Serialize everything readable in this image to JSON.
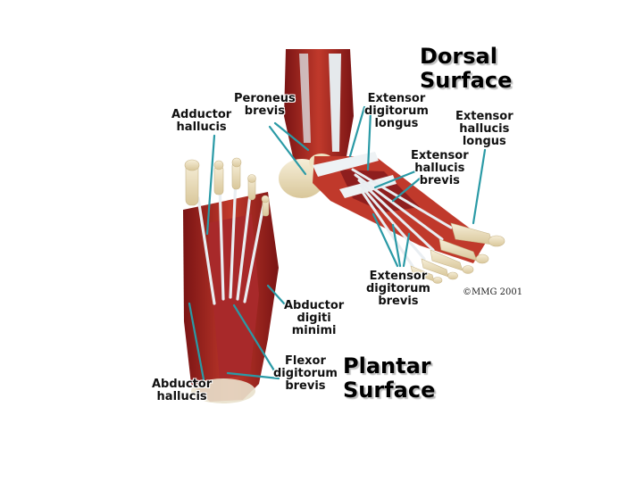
{
  "titles": {
    "dorsal": [
      "Dorsal",
      "Surface"
    ],
    "plantar": [
      "Plantar",
      "Surface"
    ]
  },
  "labels": {
    "peroneus_brevis": [
      "Peroneus",
      "brevis"
    ],
    "adductor_hallucis": [
      "Adductor",
      "hallucis"
    ],
    "extensor_digitorum_longus": [
      "Extensor",
      "digitorum",
      "longus"
    ],
    "extensor_hallucis_longus": [
      "Extensor",
      "hallucis",
      "longus"
    ],
    "extensor_hallucis_brevis": [
      "Extensor",
      "hallucis",
      "brevis"
    ],
    "extensor_digitorum_brevis": [
      "Extensor",
      "digitorum",
      "brevis"
    ],
    "abductor_digiti_minimi": [
      "Abductor",
      "digiti",
      "minimi"
    ],
    "flexor_digitorum_brevis": [
      "Flexor",
      "digitorum",
      "brevis"
    ],
    "abductor_hallucis": [
      "Abductor",
      "hallucis"
    ]
  },
  "copyright": "©MMG 2001",
  "colors": {
    "muscle": "#b22a2a",
    "muscle_dark": "#7a1414",
    "tendon": "#e9eef2",
    "bone": "#efe3c2",
    "leader_line": "#2a9aa6"
  }
}
